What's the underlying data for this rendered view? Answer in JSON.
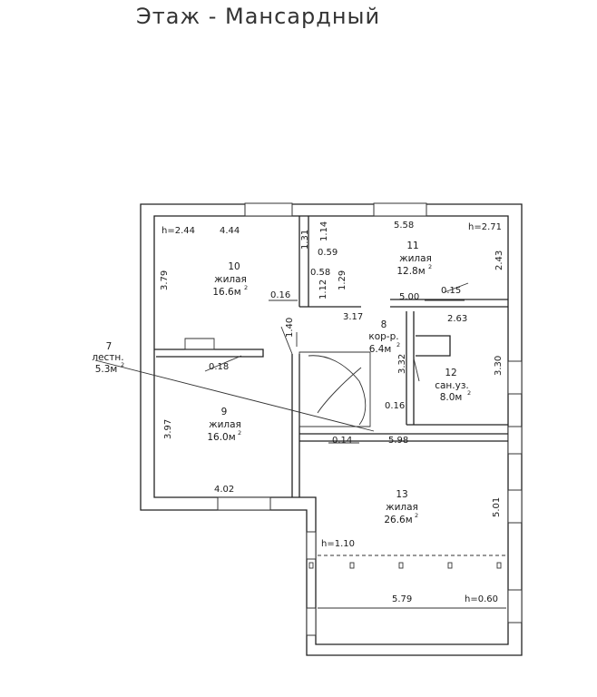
{
  "title": "Этаж - Мансардный",
  "rooms": [
    {
      "id": "10",
      "type": "жилая",
      "area": "16.6м",
      "unit_sup": "2"
    },
    {
      "id": "11",
      "type": "жилая",
      "area": "12.8м",
      "unit_sup": "2"
    },
    {
      "id": "8",
      "type": "кор-р.",
      "area": "6.4м",
      "unit_sup": "2"
    },
    {
      "id": "12",
      "type": "сан.уз.",
      "area": "8.0м",
      "unit_sup": "2"
    },
    {
      "id": "9",
      "type": "жилая",
      "area": "16.0м",
      "unit_sup": "2"
    },
    {
      "id": "13",
      "type": "жилая",
      "area": "26.6м",
      "unit_sup": "2"
    }
  ],
  "stair_callout": {
    "id": "7",
    "type": "лестн.",
    "area": "5.3м",
    "unit_sup": "2"
  },
  "heights": [
    "h=2.44",
    "h=2.71",
    "h=1.10",
    "h=0.60"
  ],
  "dimensions": [
    "4.44",
    "5.58",
    "3.79",
    "2.43",
    "1.31",
    "1.14",
    "0.59",
    "0.58",
    "1.12",
    "1.29",
    "0.16",
    "5.00",
    "0.15",
    "3.17",
    "1.40",
    "2.63",
    "3.32",
    "3.30",
    "0.18",
    "0.16",
    "3.97",
    "0.14",
    "5.98",
    "4.02",
    "5.01",
    "5.79"
  ]
}
